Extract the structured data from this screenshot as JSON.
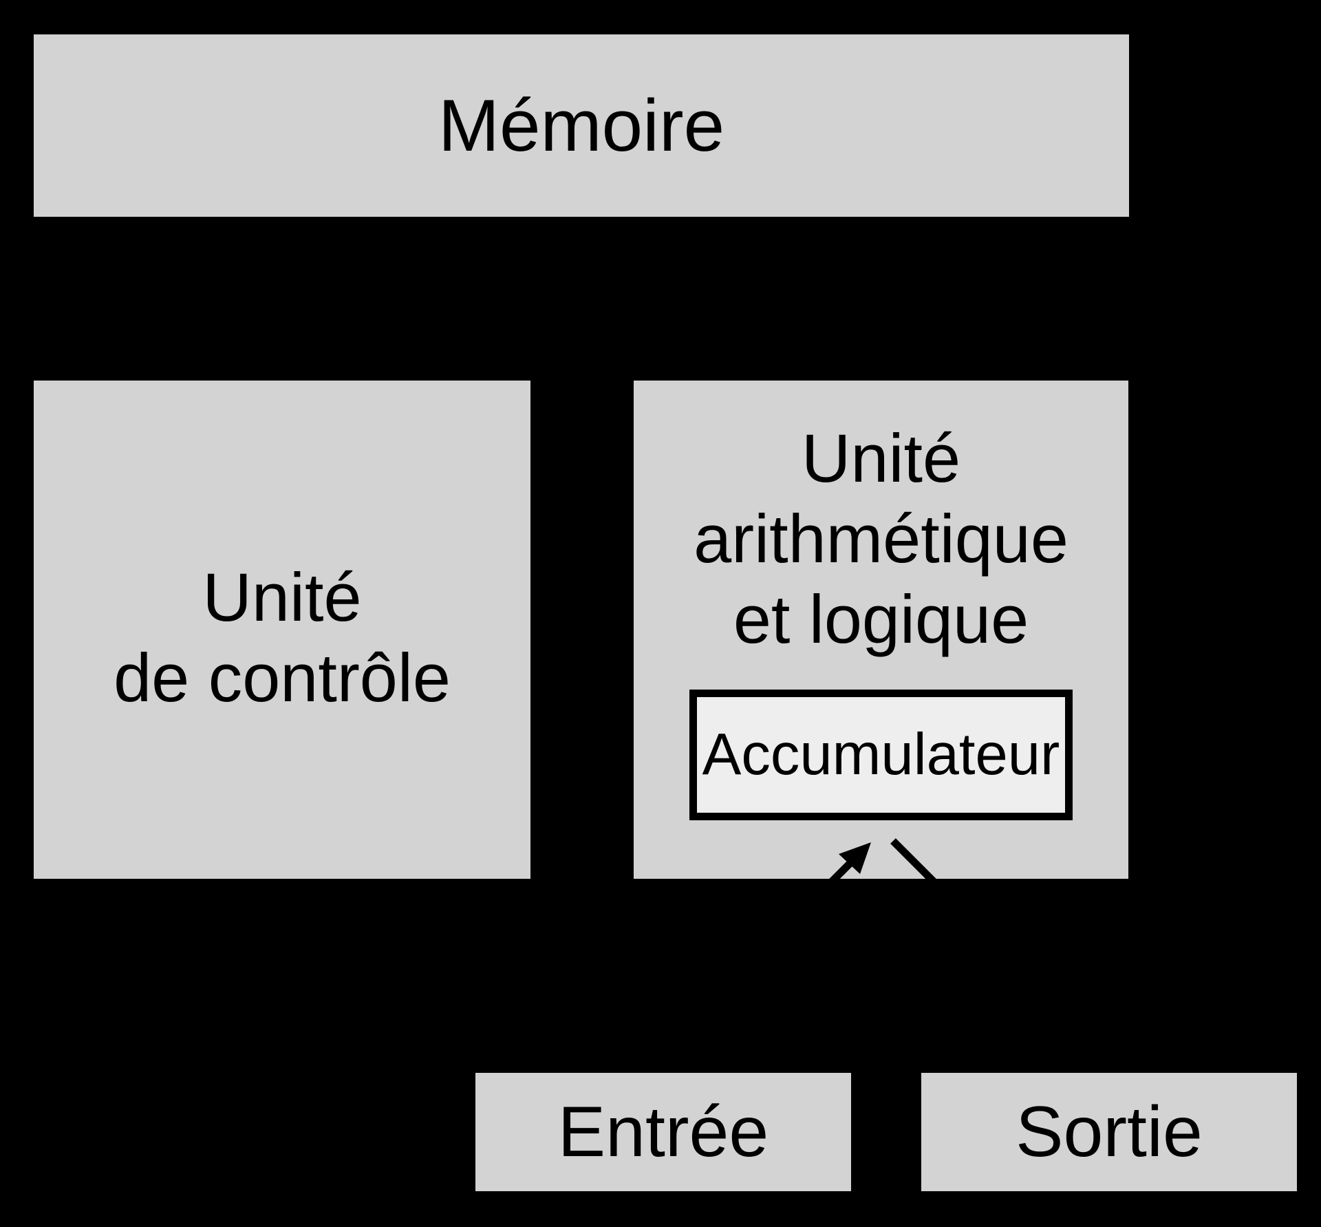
{
  "diagram": {
    "kind": "von-neumann-architecture-diagram",
    "language": "fr"
  },
  "boxes": {
    "memory": {
      "label": "Mémoire"
    },
    "control": {
      "label": "Unité\nde contrôle"
    },
    "alu": {
      "label": "Unité\narithmétique\net logique"
    },
    "accumulator": {
      "label": "Accumulateur"
    },
    "input": {
      "label": "Entrée"
    },
    "output": {
      "label": "Sortie"
    }
  },
  "icons": {
    "input_to_accumulator": "arrow-up-right-icon",
    "accumulator_to_output": "diagonal-line-icon"
  },
  "colors": {
    "background": "#000000",
    "box_fill": "#d3d3d3",
    "accumulator_fill": "#eeeeee",
    "accumulator_border": "#000000",
    "text": "#000000",
    "arrow": "#000000"
  }
}
